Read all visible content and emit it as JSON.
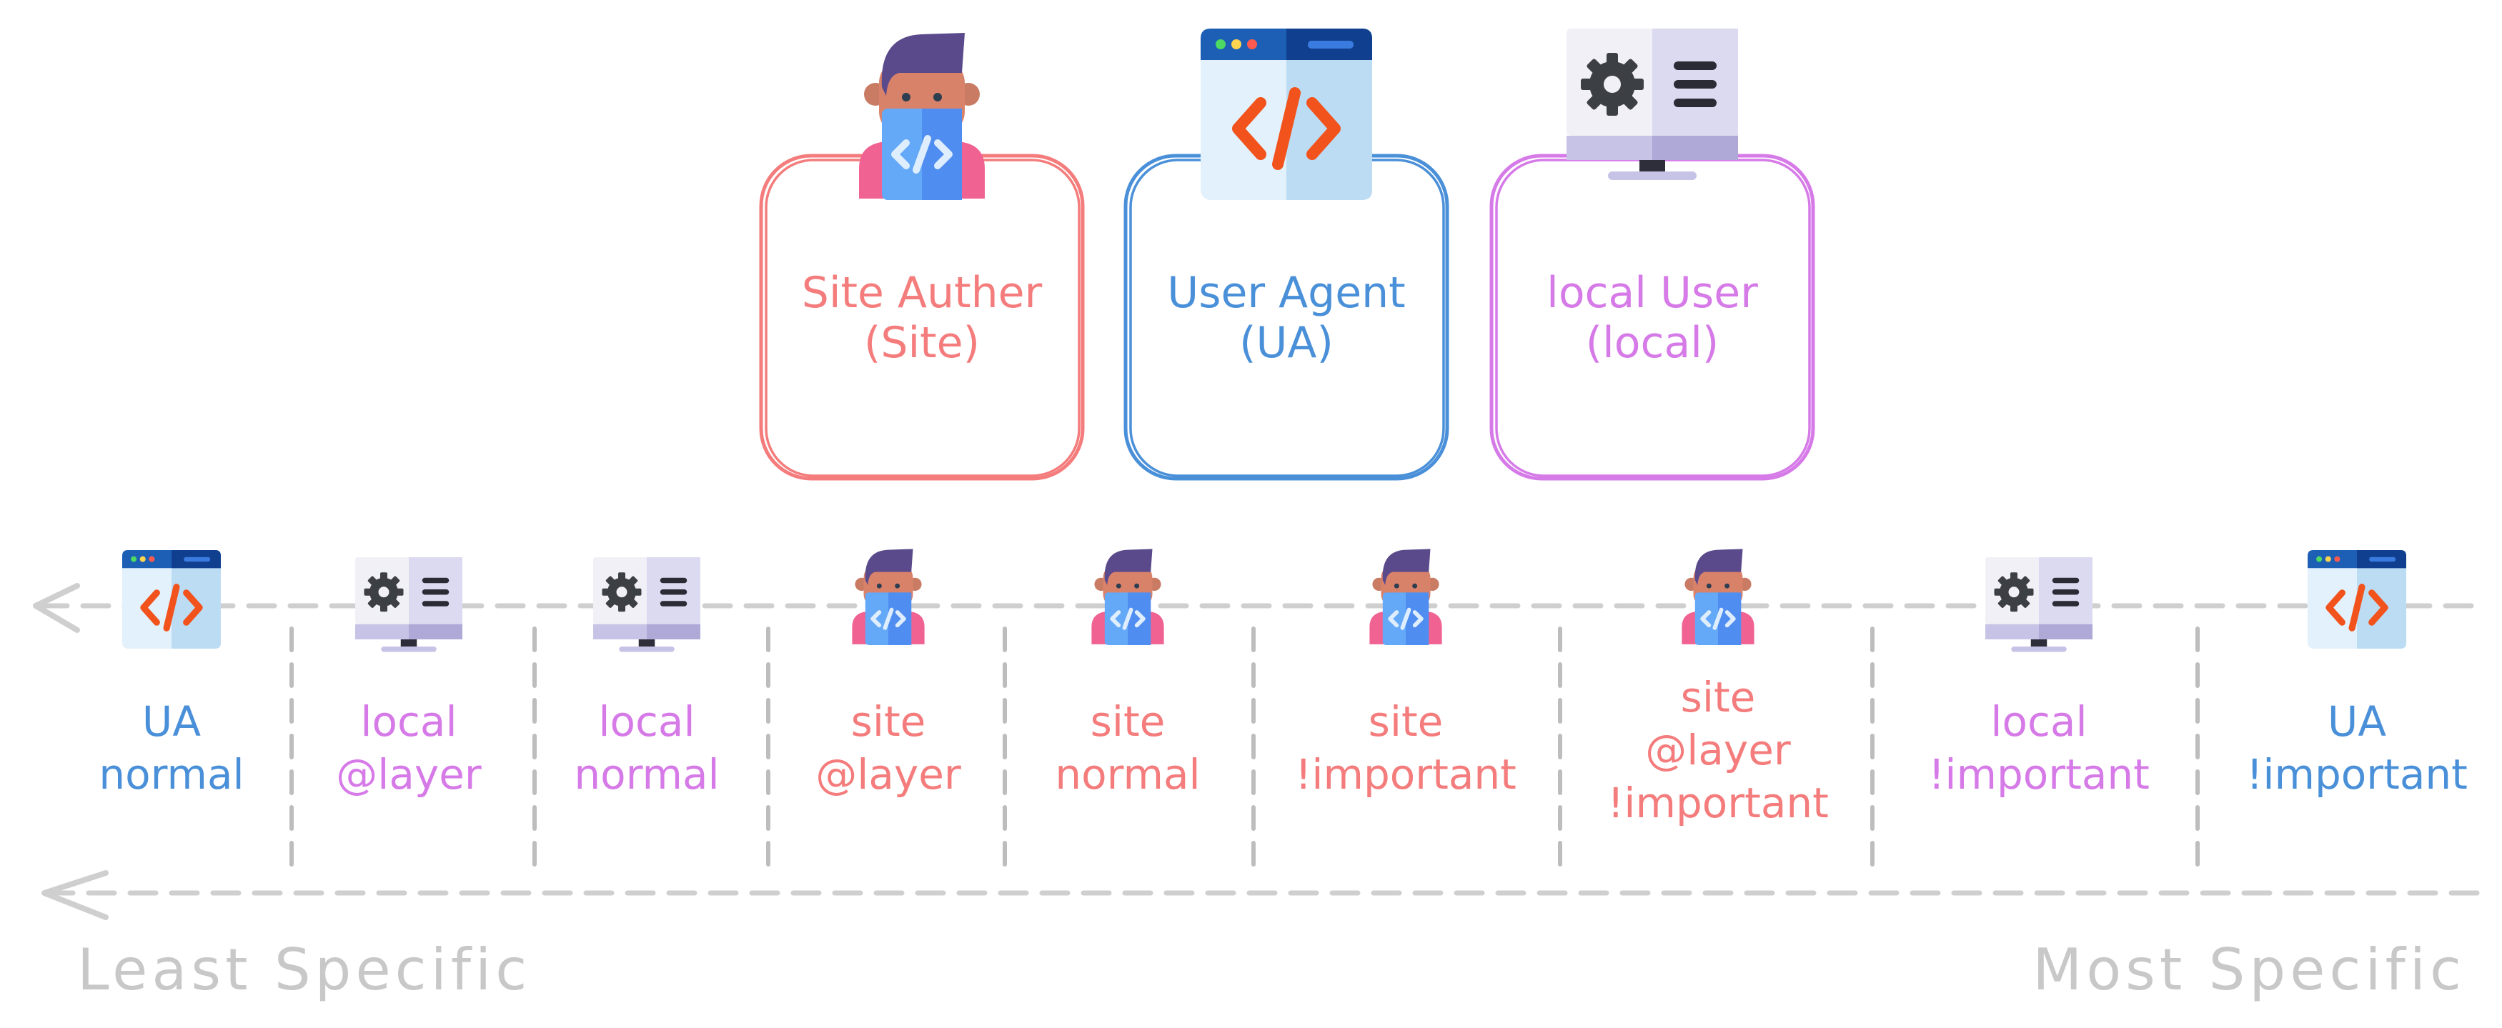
{
  "colors": {
    "site": "#f47c7c",
    "ua": "#4a90d9",
    "local": "#d67ae8",
    "axis": "#cfcfcf",
    "axis_text": "#c8c8c8",
    "divider": "#bdbdbd"
  },
  "origins": [
    {
      "key": "site",
      "title": "Site Auther",
      "subtitle": "(Site)",
      "icon": "developer-icon"
    },
    {
      "key": "ua",
      "title": "User Agent",
      "subtitle": "(UA)",
      "icon": "code-window-icon"
    },
    {
      "key": "local",
      "title": "local User",
      "subtitle": "(local)",
      "icon": "settings-monitor-icon"
    }
  ],
  "cascade": [
    {
      "origin": "ua",
      "icon": "code-window-icon",
      "lines": [
        "UA",
        "normal"
      ]
    },
    {
      "origin": "local",
      "icon": "settings-monitor-icon",
      "lines": [
        "local",
        "@layer"
      ]
    },
    {
      "origin": "local",
      "icon": "settings-monitor-icon",
      "lines": [
        "local",
        "normal"
      ]
    },
    {
      "origin": "site",
      "icon": "developer-icon",
      "lines": [
        "site",
        "@layer"
      ]
    },
    {
      "origin": "site",
      "icon": "developer-icon",
      "lines": [
        "site",
        "normal"
      ]
    },
    {
      "origin": "site",
      "icon": "developer-icon",
      "lines": [
        "site",
        "!important"
      ]
    },
    {
      "origin": "site",
      "icon": "developer-icon",
      "lines": [
        "site",
        "@layer",
        "!important"
      ]
    },
    {
      "origin": "local",
      "icon": "settings-monitor-icon",
      "lines": [
        "local",
        "!important"
      ]
    },
    {
      "origin": "ua",
      "icon": "code-window-icon",
      "lines": [
        "UA",
        "!important"
      ]
    }
  ],
  "axis": {
    "least_label": "Least Specific",
    "most_label": "Most Specific"
  }
}
